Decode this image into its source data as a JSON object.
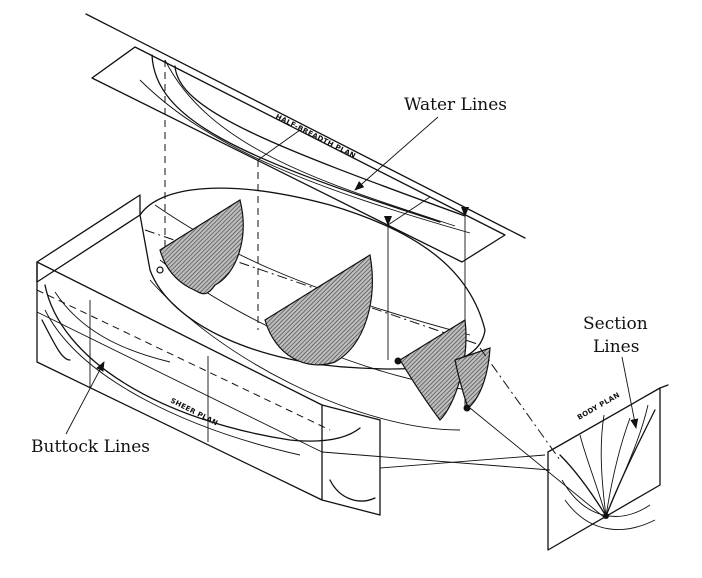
{
  "labels": {
    "water_lines": "Water Lines",
    "section_lines_1": "Section",
    "section_lines_2": "Lines",
    "buttock_lines": "Buttock Lines"
  },
  "plan_titles": {
    "half_breadth": "HALF-BREADTH PLAN",
    "sheer": "SHEER PLAN",
    "body": "BODY PLAN"
  }
}
